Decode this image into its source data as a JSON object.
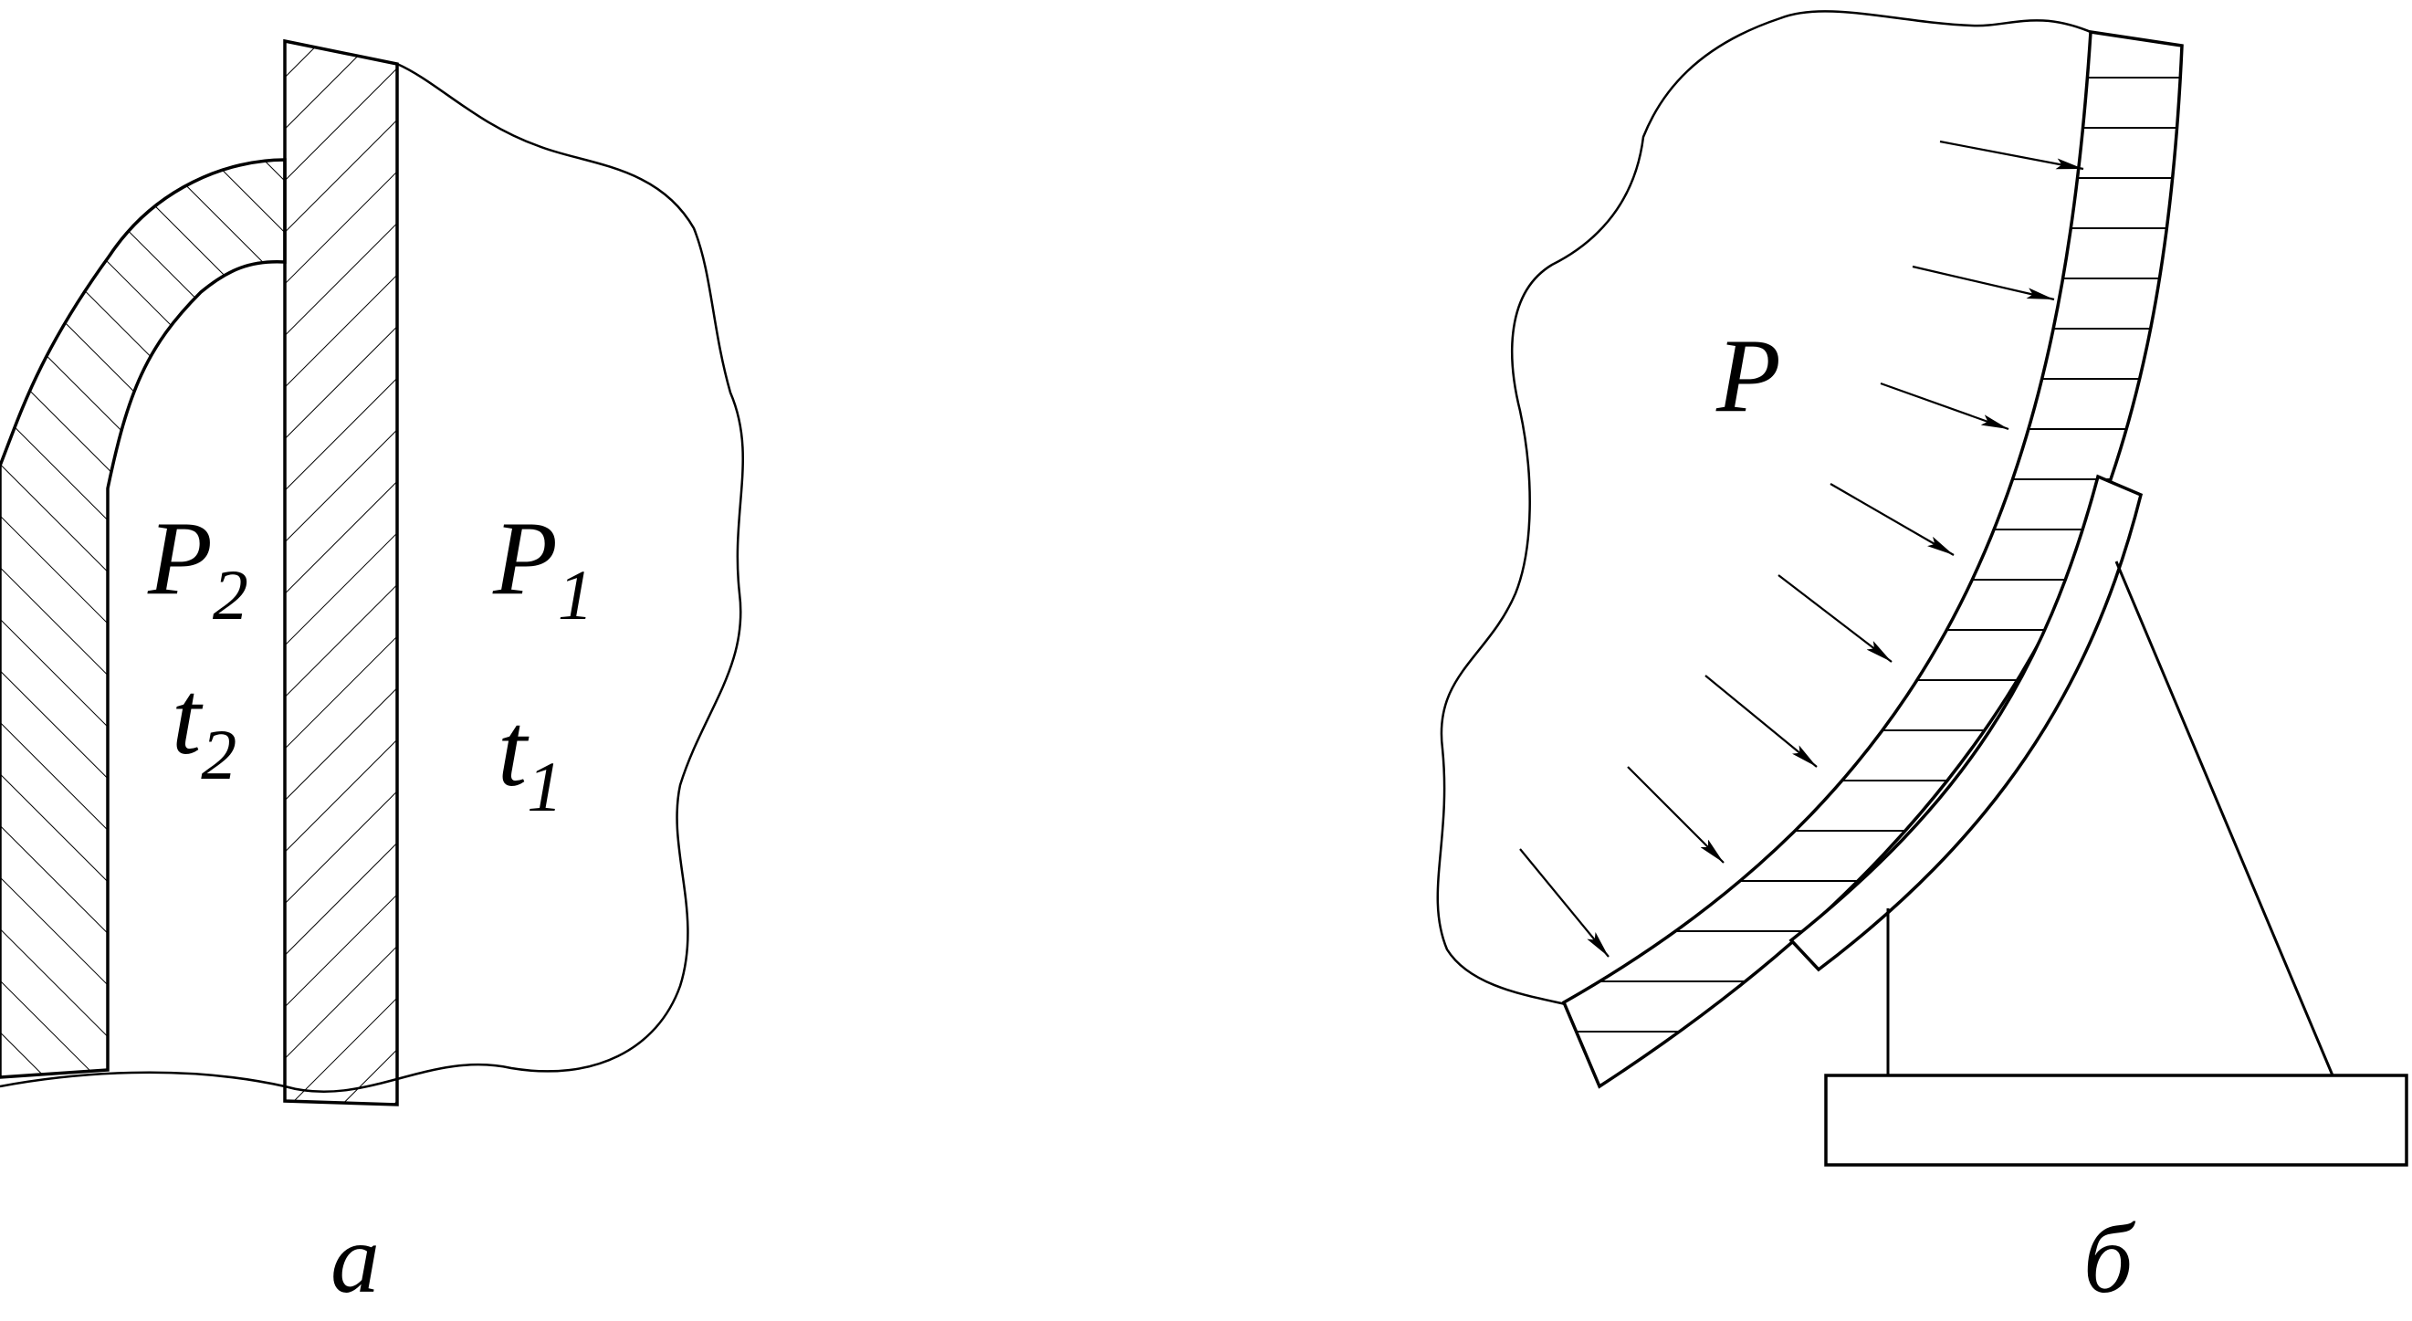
{
  "diagram": {
    "panel_a": {
      "pressure_inner": {
        "symbol": "P",
        "subscript": "2"
      },
      "temperature_inner": {
        "symbol": "t",
        "subscript": "2"
      },
      "pressure_outer": {
        "symbol": "P",
        "subscript": "1"
      },
      "temperature_outer": {
        "symbol": "t",
        "subscript": "1"
      },
      "caption": "а"
    },
    "panel_b": {
      "pressure": "P",
      "caption": "б"
    }
  },
  "colors": {
    "line": "#000000",
    "background": "#ffffff"
  }
}
